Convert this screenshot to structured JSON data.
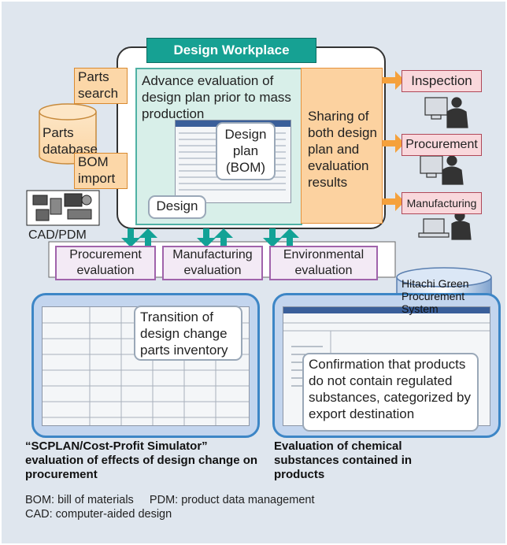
{
  "workplace": {
    "title": "Design Workplace",
    "advance_evaluation": "Advance evaluation of design plan prior to mass production",
    "design_plan": "Design plan (BOM)",
    "design": "Design",
    "sharing": "Sharing of both design plan and evaluation results"
  },
  "left": {
    "parts_search": "Parts search",
    "parts_database": "Parts database",
    "bom_import": "BOM import",
    "cad_pdm": "CAD/PDM"
  },
  "right": {
    "inspection": "Inspection",
    "procurement": "Procurement",
    "manufacturing": "Manufacturing"
  },
  "evaluations": [
    "Procurement evaluation",
    "Manufacturing evaluation",
    "Environmental evaluation"
  ],
  "panels": {
    "procurement_note": "Transition of design change parts inventory",
    "hgps": "Hitachi Green Procurement System",
    "chemical_note": "Confirmation that products do not contain regulated substances, categorized by export destination"
  },
  "captions": {
    "left": "“SCPLAN/Cost-Profit Simulator” evaluation of effects of design change on procurement",
    "right": "Evaluation of chemical substances contained in products"
  },
  "notes": {
    "line1": "BOM: bill of materials     PDM: product data management",
    "line2": "CAD: computer-aided design"
  },
  "colors": {
    "panel_background": "#dfe6ee",
    "teal": "#16a193",
    "orange": "#fcd2a0",
    "pink": "#f9d8dc",
    "purple": "#a063ab",
    "blue": "#3d86c6"
  }
}
